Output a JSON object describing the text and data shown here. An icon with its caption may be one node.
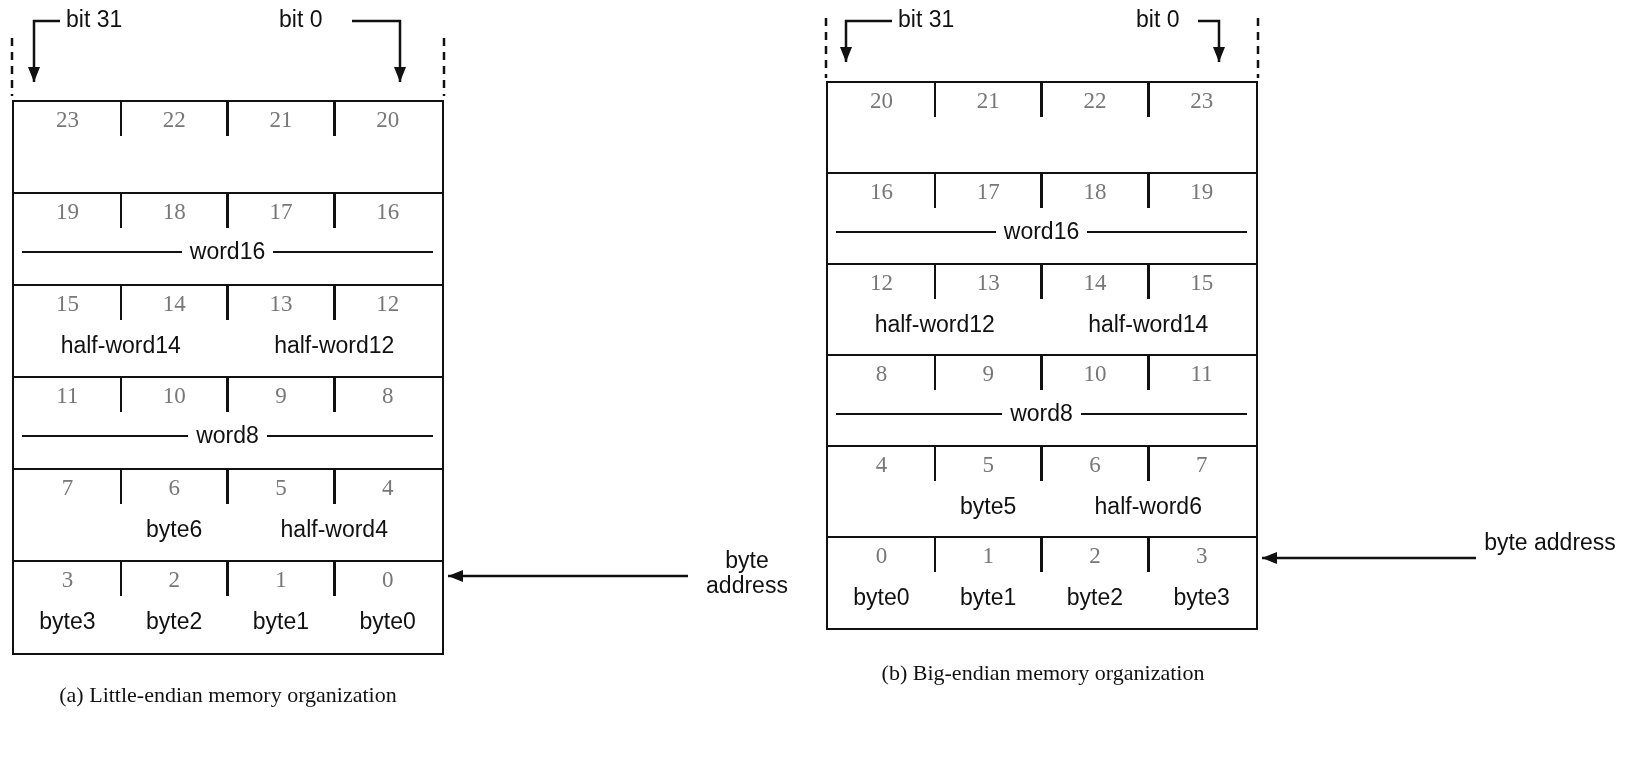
{
  "diagram": {
    "nodes": [
      {
        "text": [
          "23",
          "22",
          "21",
          "20"
        ]
      },
      {
        "text": [
          "19",
          "18",
          "17",
          "16",
          "word16"
        ]
      },
      {
        "text": [
          "15",
          "14",
          "13",
          "12",
          "half-word14",
          "half-word12"
        ]
      },
      {
        "text": [
          "11",
          "10",
          "9",
          "8",
          "word8"
        ]
      },
      {
        "text": [
          "7",
          "6",
          "5",
          "4",
          "byte6",
          "half-word4"
        ]
      },
      {
        "text": [
          "3",
          "2",
          "1",
          "0",
          "byte3",
          "byte2",
          "byte1",
          "byte0"
        ]
      },
      {
        "text": [
          "byte address"
        ]
      },
      {
        "text": [
          "20",
          "21",
          "22",
          "23"
        ]
      },
      {
        "text": [
          "16",
          "17",
          "18",
          "19",
          "word16"
        ]
      },
      {
        "text": [
          "12",
          "13",
          "14",
          "15",
          "half-word12",
          "half-word14"
        ]
      },
      {
        "text": [
          "8",
          "9",
          "10",
          "11",
          "word8"
        ]
      },
      {
        "text": [
          "4",
          "5",
          "6",
          "7",
          "byte5",
          "half-word6"
        ]
      },
      {
        "text": [
          "0",
          "1",
          "2",
          "3",
          "byte0",
          "byte1",
          "byte2",
          "byte3"
        ]
      },
      {
        "text": [
          "byte address"
        ]
      }
    ],
    "edges": [
      {
        "from": 6,
        "to": 5,
        "arrow": "to"
      },
      {
        "from": 13,
        "to": 12,
        "arrow": "to"
      }
    ],
    "labels": [
      "bit 31",
      "bit 0",
      "bit 31",
      "bit 0",
      "(a) Little-endian memory organization",
      "(b) Big-endian memory organization"
    ]
  }
}
